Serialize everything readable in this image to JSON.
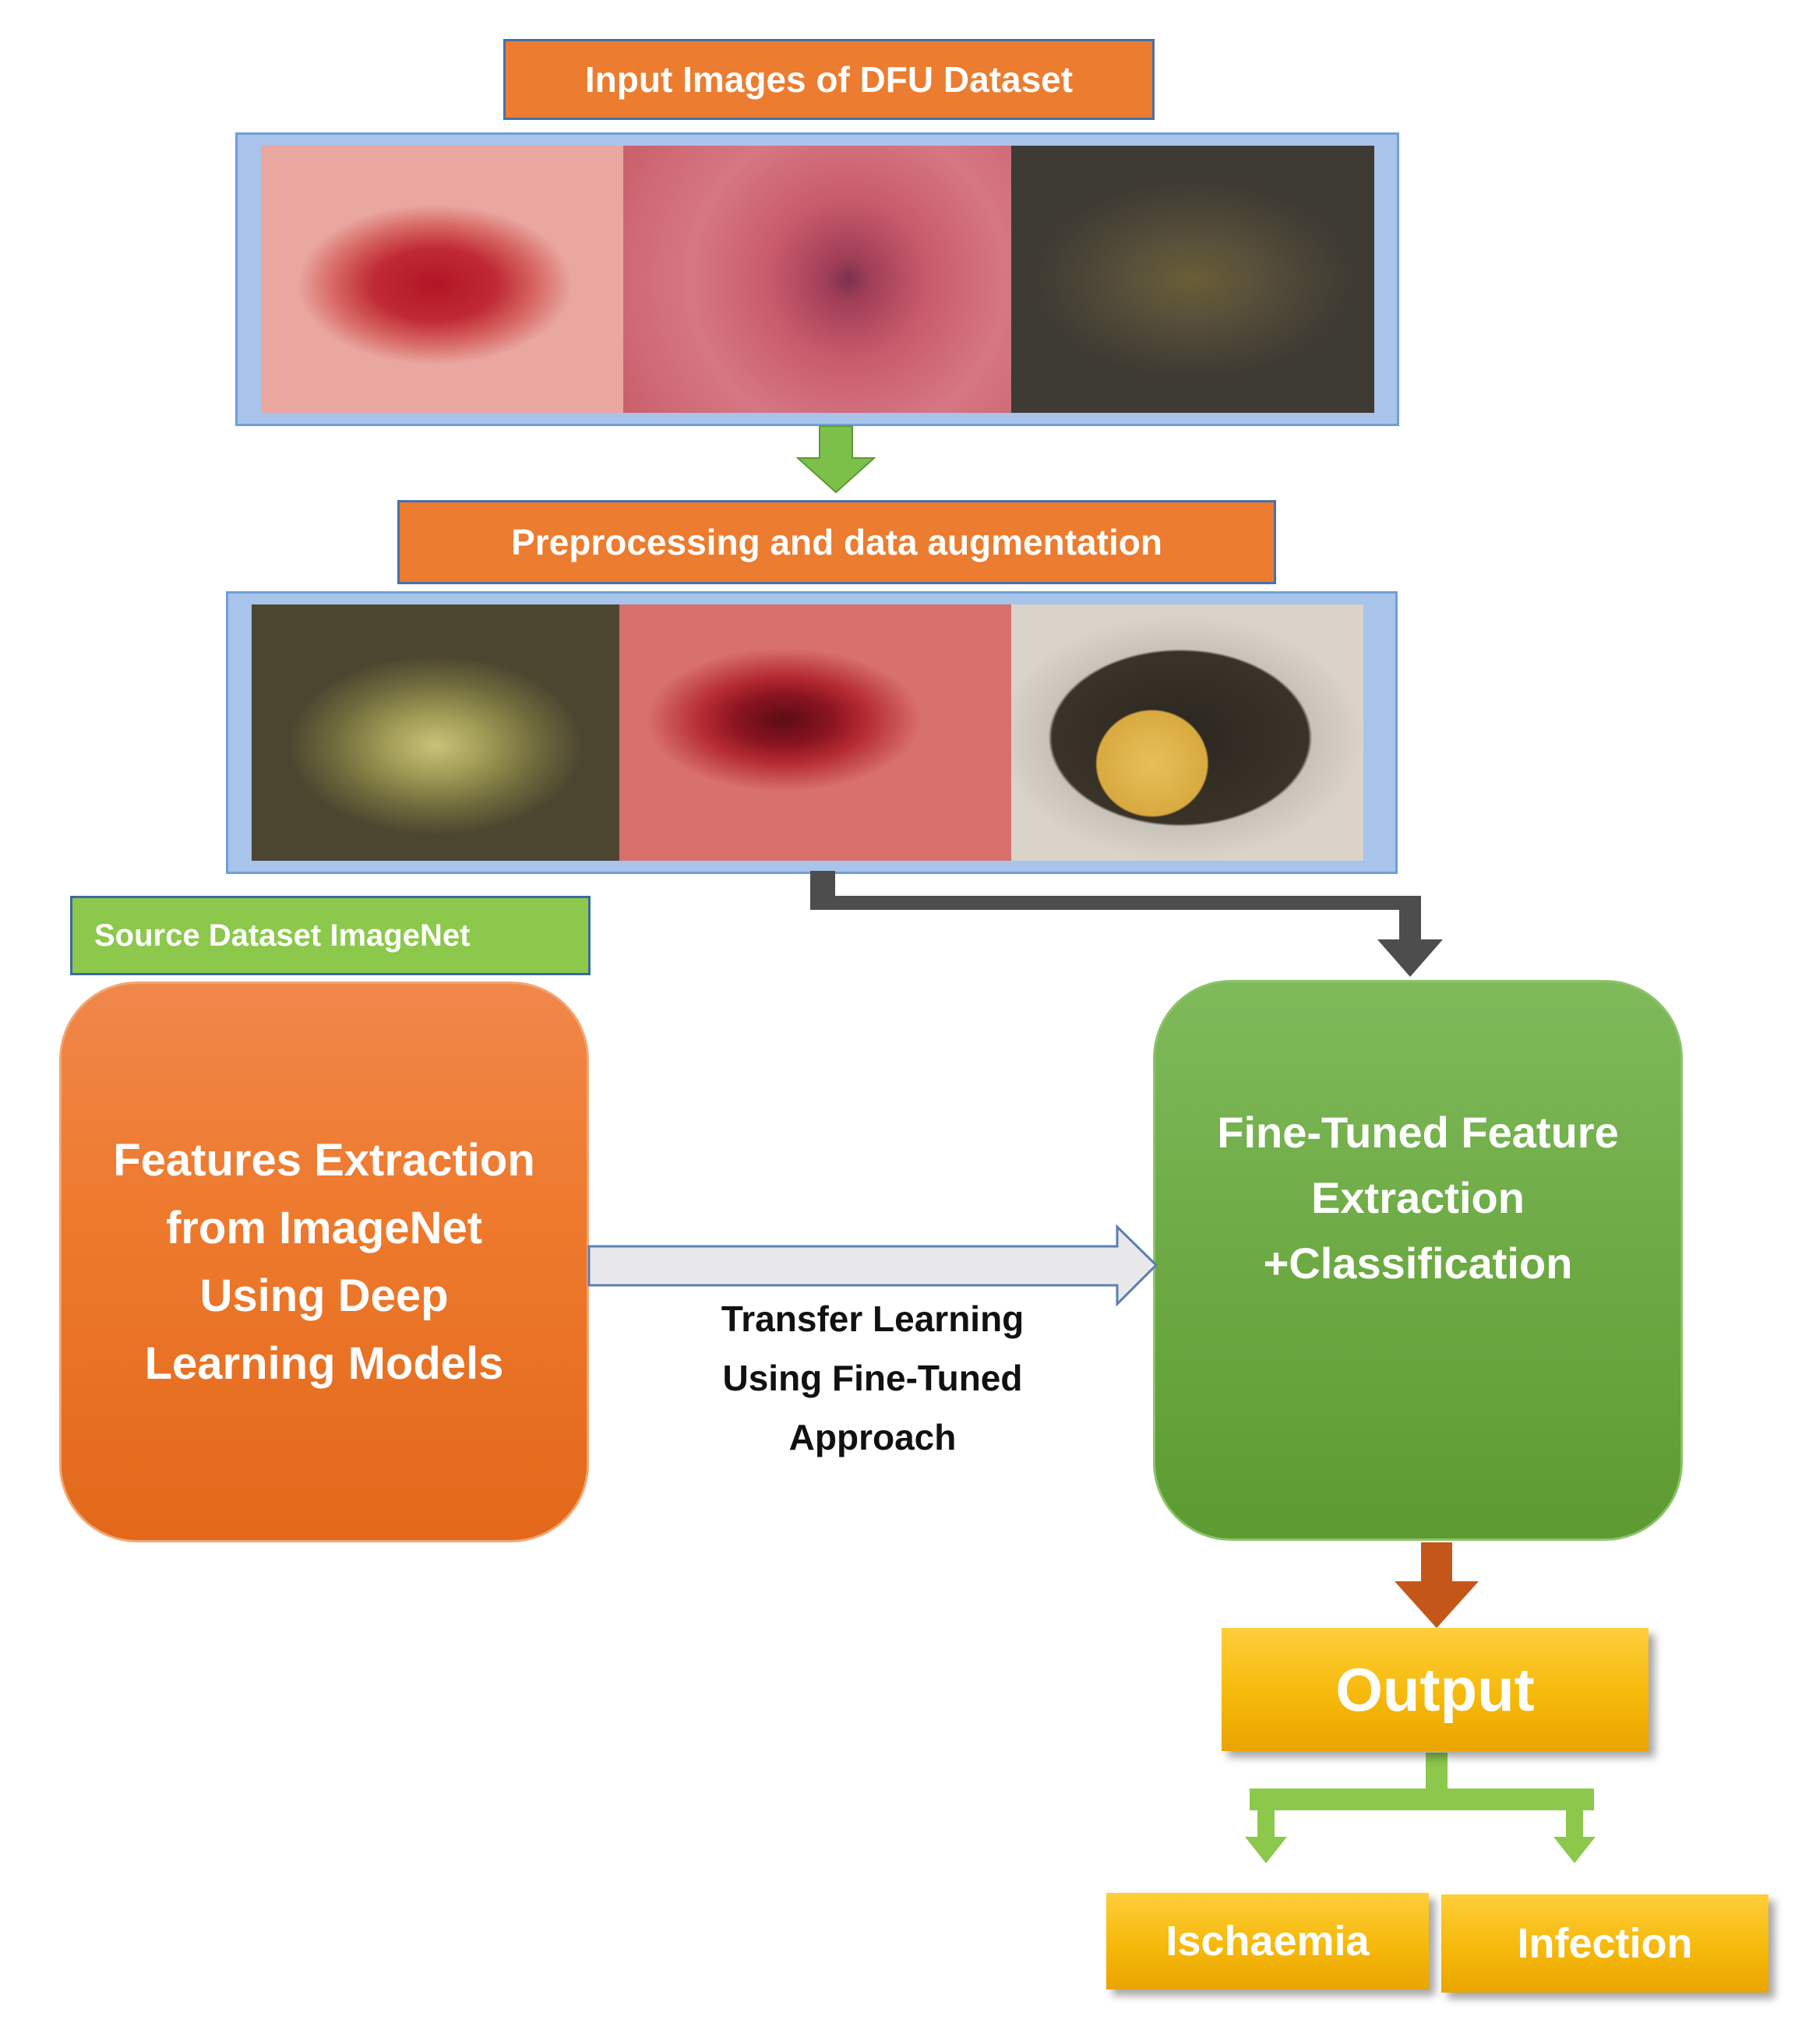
{
  "input_title": "Input Images of DFU Dataset",
  "preprocess_title": "Preprocessing and data augmentation",
  "source_label": "Source Dataset ImageNet",
  "feature_box": {
    "lines": [
      "Features Extraction",
      "from ImageNet",
      "Using Deep",
      "Learning Models"
    ]
  },
  "finetune_box": {
    "lines": [
      "Fine-Tuned Feature",
      "Extraction",
      "+Classification"
    ]
  },
  "transfer_text": {
    "lines": [
      "Transfer Learning",
      "Using Fine-Tuned",
      "Approach"
    ]
  },
  "output_label": "Output",
  "classes": [
    "Ischaemia",
    "Infection"
  ],
  "colors": {
    "orange": "#ec7c30",
    "green": "#6daa44",
    "light_green": "#8cc84b",
    "gold": "#f6b90b",
    "frame_blue": "#6f9fd8",
    "dark_arrow": "#4d4d4d",
    "brown_arrow": "#c5561a"
  }
}
